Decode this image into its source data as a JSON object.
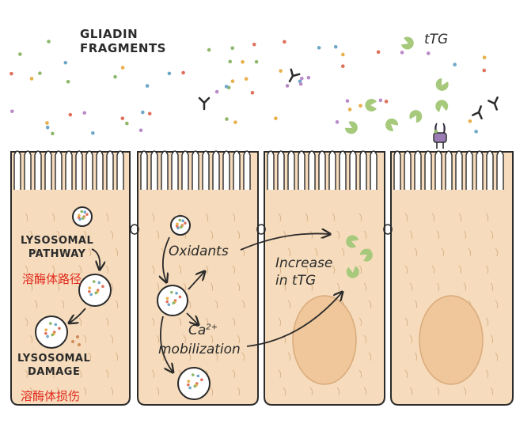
{
  "title": "GLIADIN\nFRAGMENTS",
  "legend_ttg": "tTG",
  "lysosomal_pathway": "LYSOSOMAL\nPATHWAY",
  "lysosomal_pathway_cn": "溶酶体路径",
  "lysosomal_damage": "LYSOSOMAL\nDAMAGE",
  "lysosomal_damage_cn": "溶酶体损伤",
  "oxidants": "Oxidants",
  "ca_base": "Ca",
  "ca_sup": "2+",
  "mobilization": "mobilization",
  "increase_ttg": "Increase\nin tTG",
  "colors": {
    "cell_fill": "#f6dcbc",
    "outline": "#2b2b2b",
    "nucleus": "#efc79a",
    "ttg": "#a6c97c",
    "receptor": "#9a7bb4",
    "chinese_label": "#e0281c"
  }
}
